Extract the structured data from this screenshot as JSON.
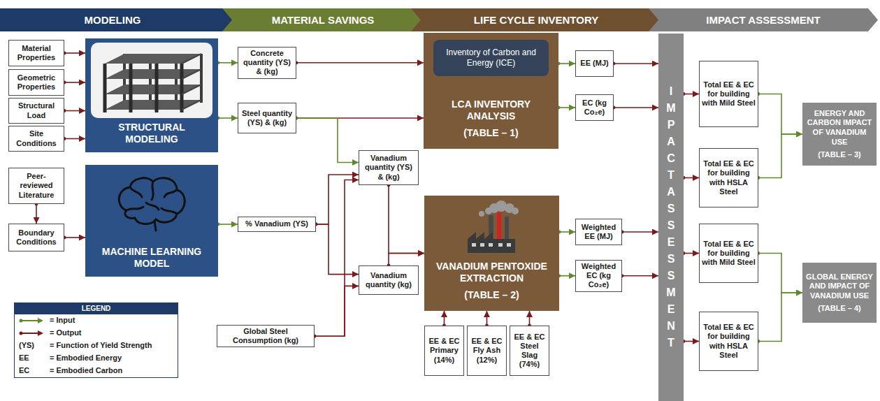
{
  "diagram": {
    "nodes": [
      {
        "text": [
          "MODELING"
        ]
      },
      {
        "text": [
          "MATERIAL SAVINGS"
        ]
      },
      {
        "text": [
          "LIFE CYCLE INVENTORY"
        ]
      },
      {
        "text": [
          "IMPACT ASSESSMENT"
        ]
      },
      {
        "text": [
          "Material Properties"
        ]
      },
      {
        "text": [
          "Geometric Properties"
        ]
      },
      {
        "text": [
          "Structural Load"
        ]
      },
      {
        "text": [
          "Site Conditions"
        ]
      },
      {
        "text": [
          "STRUCTURAL MODELING"
        ]
      },
      {
        "text": [
          "Peer-reviewed Literature"
        ]
      },
      {
        "text": [
          "Boundary Conditions"
        ]
      },
      {
        "text": [
          "MACHINE LEARNING MODEL"
        ]
      },
      {
        "text": [
          "Concrete quantity (YS) & (kg)"
        ]
      },
      {
        "text": [
          "Steel quantity (YS) & (kg)"
        ]
      },
      {
        "text": [
          "% Vanadium (YS)"
        ]
      },
      {
        "text": [
          "Vanadium quantity (YS) & (kg)"
        ]
      },
      {
        "text": [
          "Vanadium quantity (kg)"
        ]
      },
      {
        "text": [
          "Global Steel Consumption (kg)"
        ]
      },
      {
        "text": [
          "LCA INVENTORY ANALYSIS",
          "(TABLE – 1)"
        ]
      },
      {
        "text": [
          "Inventory of Carbon and Energy (ICE)"
        ],
        "in": 18
      },
      {
        "text": [
          "VANADIUM PENTOXIDE EXTRACTION",
          "(TABLE – 2)"
        ]
      },
      {
        "text": [
          "EE & EC Primary (14%)"
        ]
      },
      {
        "text": [
          "EE & EC Fly Ash (12%)"
        ]
      },
      {
        "text": [
          "EE & EC Steel Slag (74%)"
        ]
      },
      {
        "text": [
          "EE (MJ)"
        ]
      },
      {
        "text": [
          "EC (kg Co₂e)"
        ]
      },
      {
        "text": [
          "Weighted EE (MJ)"
        ]
      },
      {
        "text": [
          "Weighted EC (kg Co₂e)"
        ]
      },
      {
        "text": [
          "IMPACT ASSESSMENT"
        ]
      },
      {
        "text": [
          "Total EE & EC for building with Mild Steel"
        ]
      },
      {
        "text": [
          "Total EE & EC for building with HSLA Steel"
        ]
      },
      {
        "text": [
          "Total EE & EC for building with Mild Steel"
        ]
      },
      {
        "text": [
          "Total EE & EC for building with HSLA Steel"
        ]
      },
      {
        "text": [
          "ENERGY AND CARBON IMPACT OF VANADIUM USE",
          "(TABLE – 3)"
        ]
      },
      {
        "text": [
          "GLOBAL ENERGY AND IMPACT OF VANADIUM USE",
          "(TABLE – 4)"
        ]
      }
    ],
    "edges": [
      {
        "from": 4,
        "to": 8,
        "arrow": "to"
      },
      {
        "from": 5,
        "to": 8,
        "arrow": "to"
      },
      {
        "from": 6,
        "to": 8,
        "arrow": "to"
      },
      {
        "from": 7,
        "to": 8,
        "arrow": "to"
      },
      {
        "from": 9,
        "to": 10,
        "arrow": "to"
      },
      {
        "from": 10,
        "to": 11,
        "arrow": "to"
      },
      {
        "from": 8,
        "to": 12,
        "arrow": "to"
      },
      {
        "from": 8,
        "to": 13,
        "arrow": "to"
      },
      {
        "from": 11,
        "to": 14,
        "arrow": "to"
      },
      {
        "from": 12,
        "to": 18,
        "arrow": "to"
      },
      {
        "from": 13,
        "to": 18,
        "arrow": "to"
      },
      {
        "from": 13,
        "to": 15,
        "arrow": "to"
      },
      {
        "from": 14,
        "to": 15,
        "arrow": "to"
      },
      {
        "from": 14,
        "to": 16,
        "arrow": "to"
      },
      {
        "from": 17,
        "to": 16,
        "arrow": "to"
      },
      {
        "from": 17,
        "to": 15,
        "arrow": "to"
      },
      {
        "from": 15,
        "to": 20,
        "arrow": "to"
      },
      {
        "from": 16,
        "to": 20,
        "arrow": "to"
      },
      {
        "from": 21,
        "to": 20,
        "arrow": "to"
      },
      {
        "from": 22,
        "to": 20,
        "arrow": "to"
      },
      {
        "from": 23,
        "to": 20,
        "arrow": "to"
      },
      {
        "from": 18,
        "to": 24,
        "arrow": "to"
      },
      {
        "from": 18,
        "to": 25,
        "arrow": "to"
      },
      {
        "from": 20,
        "to": 26,
        "arrow": "to"
      },
      {
        "from": 20,
        "to": 27,
        "arrow": "to"
      },
      {
        "from": 24,
        "to": 28,
        "arrow": "to"
      },
      {
        "from": 25,
        "to": 28,
        "arrow": "to"
      },
      {
        "from": 26,
        "to": 28,
        "arrow": "to"
      },
      {
        "from": 27,
        "to": 28,
        "arrow": "to"
      },
      {
        "from": 28,
        "to": 29,
        "arrow": "to"
      },
      {
        "from": 28,
        "to": 30,
        "arrow": "to"
      },
      {
        "from": 28,
        "to": 31,
        "arrow": "to"
      },
      {
        "from": 28,
        "to": 32,
        "arrow": "to"
      },
      {
        "from": 29,
        "to": 33,
        "arrow": "to"
      },
      {
        "from": 30,
        "to": 33,
        "arrow": "to"
      },
      {
        "from": 31,
        "to": 34,
        "arrow": "to"
      },
      {
        "from": 32,
        "to": 34,
        "arrow": "to"
      }
    ],
    "labels": [
      "LEGEND",
      "(YS)",
      "EE",
      "EC"
    ],
    "legend": [
      {
        "text": "= Input"
      },
      {
        "text": "= Output"
      },
      {
        "text": "= Function of Yield Strength"
      },
      {
        "text": "= Embodied Energy"
      },
      {
        "text": "= Embodied Carbon"
      }
    ]
  }
}
